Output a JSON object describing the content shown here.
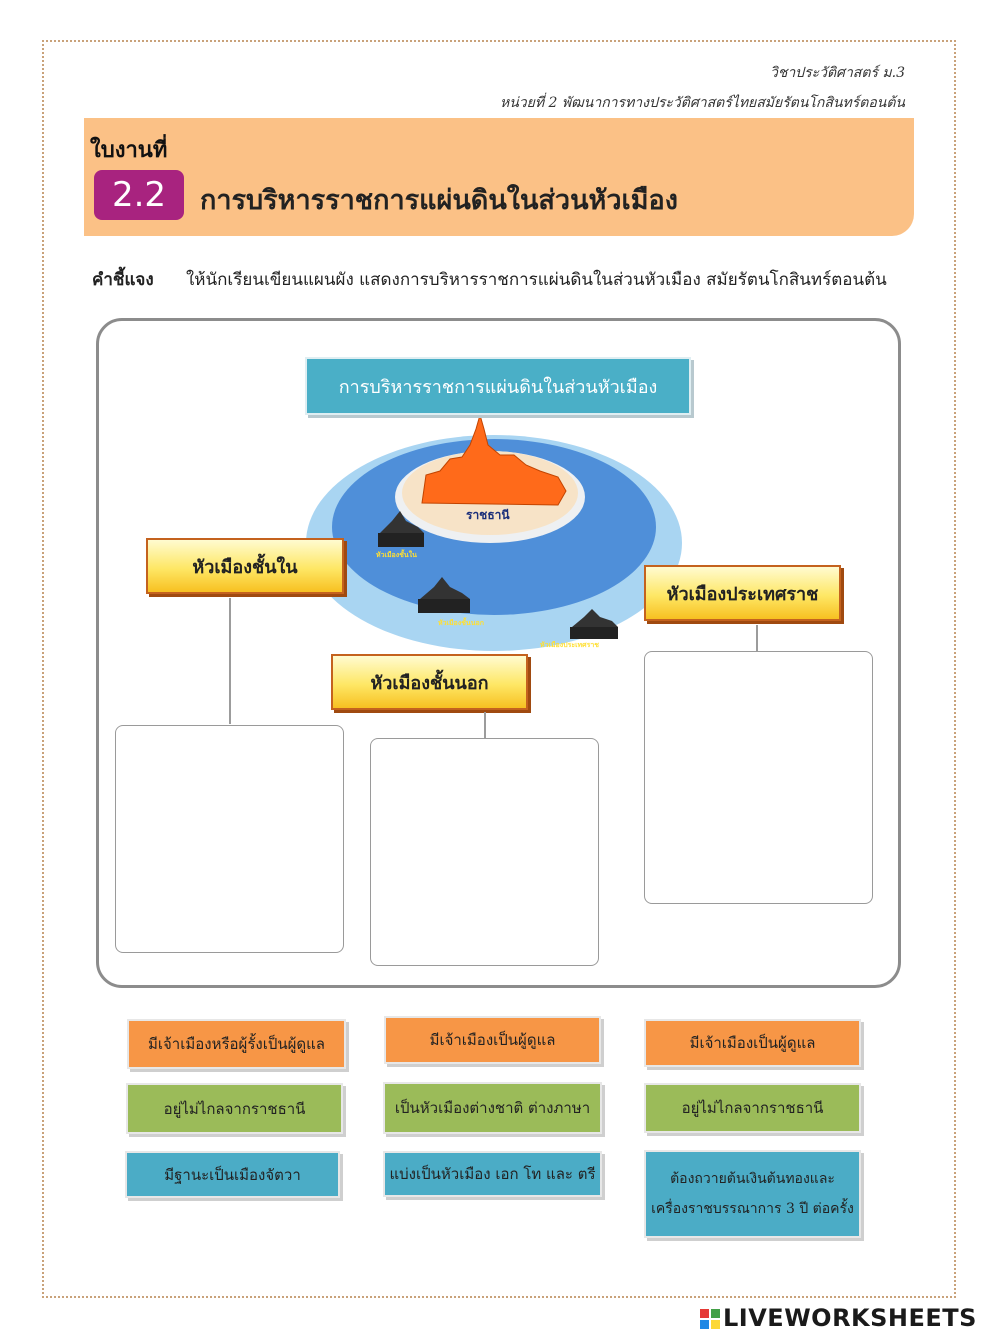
{
  "header": {
    "subject": "วิชาประวัติศาสตร์ ม.3",
    "unit": "หน่วยที่ 2 พัฒนาการทางประวัติศาสตร์ไทยสมัยรัตนโกสินทร์ตอนต้น"
  },
  "banner": {
    "worksheet_label": "ใบงานที่",
    "number": "2.2",
    "title": "การบริหารราชการแผ่นดินในส่วนหัวเมือง"
  },
  "instructions": {
    "label": "คำชี้แจง",
    "text": "ให้นักเรียนเขียนแผนผัง แสดงการบริหารราชการแผ่นดินในส่วนหัวเมือง สมัยรัตนโกสินทร์ตอนต้น"
  },
  "diagram": {
    "center_title": "การบริหารราชการแผ่นดินในส่วนหัวเมือง",
    "capital_label": "ราชธานี",
    "small_label_inner": "หัวเมืองชั้นใน",
    "small_label_outer": "หัวเมืองชั้นนอก",
    "small_label_tributary": "หัวเมืองประเทศราช",
    "categories": [
      "หัวเมืองชั้นใน",
      "หัวเมืองชั้นนอก",
      "หัวเมืองประเทศราช"
    ]
  },
  "tiles": {
    "col1": [
      "มีเจ้าเมืองหรือผู้รั้งเป็นผู้ดูแล",
      "อยู่ไม่ไกลจากราชธานี",
      "มีฐานะเป็นเมืองจัตวา"
    ],
    "col2": [
      "มีเจ้าเมืองเป็นผู้ดูแล",
      "เป็นหัวเมืองต่างชาติ ต่างภาษา",
      "แบ่งเป็นหัวเมือง เอก โท และ ตรี"
    ],
    "col3": [
      "มีเจ้าเมืองเป็นผู้ดูแล",
      "อยู่ไม่ไกลจากราชธานี",
      "ต้องถวายต้นเงินต้นทองและ",
      "เครื่องราชบรรณาการ 3 ปี ต่อครั้ง"
    ]
  },
  "colors": {
    "banner": "#fbc186",
    "number_box": "#a8237f",
    "tile_orange": "#f79646",
    "tile_green": "#9bbb59",
    "tile_blue": "#4bacc6"
  },
  "footer": {
    "logo": "LIVEWORKSHEETS"
  }
}
